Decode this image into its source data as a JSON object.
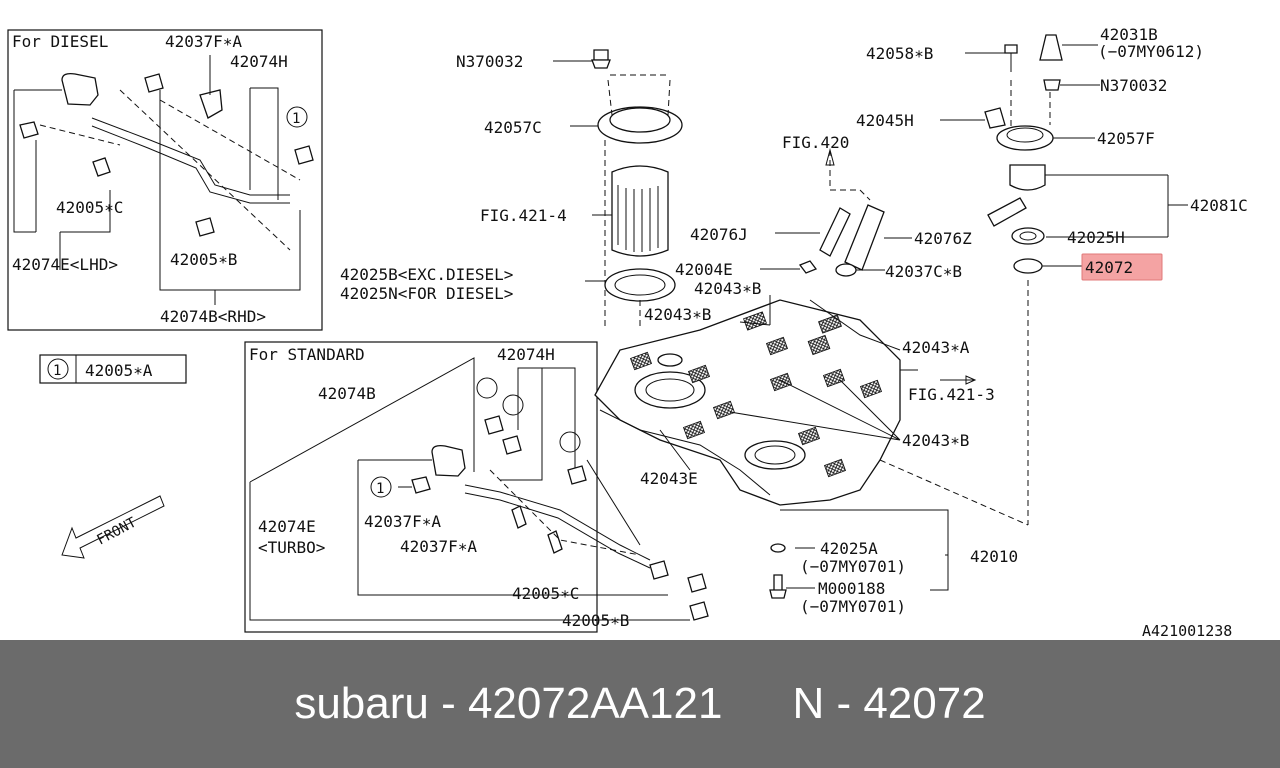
{
  "diagram_id": "A421001238",
  "footer": {
    "left": "subaru - 42072AA121",
    "right": "N - 42072"
  },
  "highlight_color": "#f4a3a3",
  "diesel_box": {
    "title": "For DIESEL",
    "labels": [
      "42037F∗A",
      "42074H",
      "42005∗C",
      "42074E<LHD>",
      "42005∗B",
      "42074B<RHD>"
    ],
    "circle": "1"
  },
  "legend": {
    "circle": "1",
    "part": "42005∗A"
  },
  "standard_box": {
    "title": "For STANDARD",
    "labels": [
      "42074H",
      "42074B",
      "42074E",
      "<TURBO>",
      "42037F∗A",
      "42037F∗A",
      "42005∗C",
      "42005∗B"
    ],
    "circle": "1"
  },
  "front": "FRONT",
  "labels": {
    "n370032_top": "N370032",
    "p42057c": "42057C",
    "fig421_4": "FIG.421-4",
    "p42025b": "42025B<EXC.DIESEL>",
    "p42025n": "42025N<FOR DIESEL>",
    "fig420": "FIG.420",
    "p42076j": "42076J",
    "p42076z": "42076Z",
    "p42004e": "42004E",
    "p42037cb": "42037C∗B",
    "p42043b_1": "42043∗B",
    "p42043b_2": "42043∗B",
    "p42043a": "42043∗A",
    "fig421_3": "FIG.421-3",
    "p42043b_3": "42043∗B",
    "p42043e": "42043E",
    "p42058b": "42058∗B",
    "p42031b": "42031B",
    "p42031b_note": "(−07MY0612)",
    "n370032_right": "N370032",
    "p42045h": "42045H",
    "p42057f": "42057F",
    "p42081c": "42081C",
    "p42025h": "42025H",
    "p42072": "42072",
    "p42025a": "42025A",
    "p42025a_note": "(−07MY0701)",
    "p42010": "42010",
    "m000188": "M000188",
    "m000188_note": "(−07MY0701)"
  }
}
